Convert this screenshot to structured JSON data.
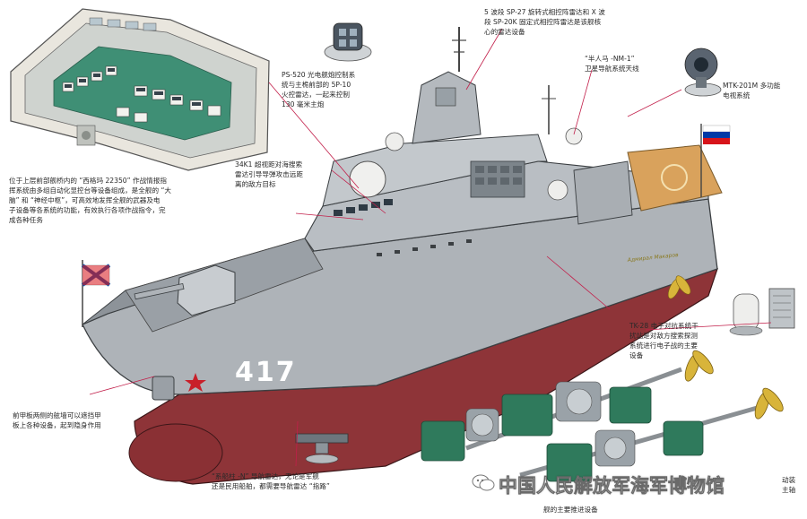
{
  "hull_number": "417",
  "ship_name_plate": "Адмирал Макаров",
  "callouts": {
    "top_radar": [
      "5 波段 SP-27 旋转式相控阵雷达和 X 波",
      "段 SP-20K 固定式相控阵雷达是该舰核",
      "心的雷达设备"
    ],
    "ps520": [
      "PS-520 光电舰炮控制系",
      "统与主桅前部的 5P-10",
      "火控雷达，一起来控制",
      "130 毫米主炮"
    ],
    "bridge": [
      "位于上层前部舰桥内的 “西格玛 22350” 作战情报指",
      "挥系统由多组自动化显控台等设备组成，是全舰的 “大",
      "脑” 和 “神经中枢”，可高效地发挥全舰的武器及电",
      "子设备等各系统的功能，有效执行各项作战指令，完",
      "成各种任务"
    ],
    "k34": [
      "34K1 超视距对海搜索",
      "雷达引导导弹攻击远距",
      "离的敌方目标"
    ],
    "nm1": [
      "“半人马 -NM-1”",
      "卫星导航系统天线"
    ],
    "mtk": [
      "MTK-201M 多功能",
      "电视系统"
    ],
    "tk28": [
      "TK-28 电子对抗系统干",
      "扰站是对敌方搜索探测",
      "系统进行电子战的主要",
      "设备"
    ],
    "front_deck": [
      "前甲板两侧的舷墙可以遮挡甲",
      "板上各种设备，起到隐身作用"
    ],
    "nav_radar": [
      "“系船柱 -N” 导航雷达，无论是军舰",
      "还是民用船舶，都需要导航雷达 “指路”"
    ],
    "engine_a": [
      "舰的主要推进设备"
    ],
    "engine_b": [
      "动装",
      "主轴"
    ]
  },
  "watermark": "中国人民解放军海军博物馆",
  "colors": {
    "hull_gray": "#aeb3b8",
    "hull_red": "#8e3438",
    "deck_gray": "#8d9399",
    "helideck": "#d9a25c",
    "console_green": "#3f8f75",
    "engine_green": "#2f7a5c",
    "propeller_gold": "#d8b43a",
    "callout_line": "#c21f4a",
    "flag_red": "#d7141a",
    "flag_blue": "#0039a6"
  }
}
